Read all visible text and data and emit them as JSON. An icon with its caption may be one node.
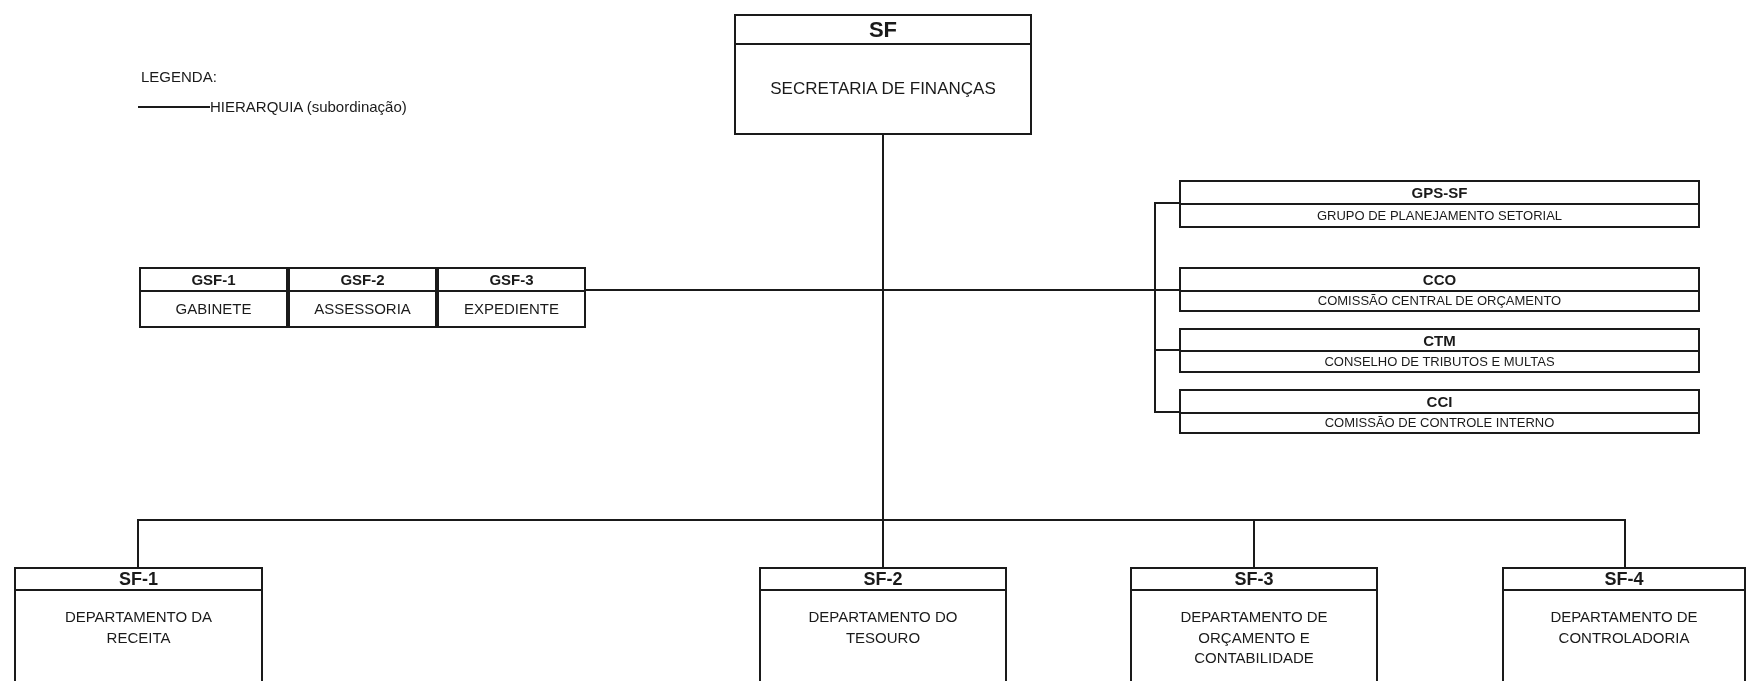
{
  "diagram": {
    "nodes": [
      {
        "text": [
          "SF",
          "SECRETARIA DE FINANÇAS"
        ]
      },
      {
        "text": [
          "GSF-1",
          "GABINETE"
        ]
      },
      {
        "text": [
          "GSF-2",
          "ASSESSORIA"
        ]
      },
      {
        "text": [
          "GSF-3",
          "EXPEDIENTE"
        ]
      },
      {
        "text": [
          "GPS-SF",
          "GRUPO DE PLANEJAMENTO SETORIAL"
        ]
      },
      {
        "text": [
          "CCO",
          "COMISSÃO CENTRAL DE ORÇAMENTO"
        ]
      },
      {
        "text": [
          "CTM",
          "CONSELHO DE TRIBUTOS E MULTAS"
        ]
      },
      {
        "text": [
          "CCI",
          "COMISSÃO DE CONTROLE INTERNO"
        ]
      },
      {
        "text": [
          "SF-1",
          "DEPARTAMENTO DA RECEITA"
        ]
      },
      {
        "text": [
          "SF-2",
          "DEPARTAMENTO DO TESOURO"
        ]
      },
      {
        "text": [
          "SF-3",
          "DEPARTAMENTO DE ORÇAMENTO E CONTABILIDADE"
        ]
      },
      {
        "text": [
          "SF-4",
          "DEPARTAMENTO DE CONTROLADORIA"
        ]
      }
    ],
    "edges": [
      {
        "from": 0,
        "to": 3,
        "arrow": "none"
      },
      {
        "from": 0,
        "to": 4,
        "arrow": "none"
      },
      {
        "from": 0,
        "to": 5,
        "arrow": "none"
      },
      {
        "from": 0,
        "to": 6,
        "arrow": "none"
      },
      {
        "from": 0,
        "to": 7,
        "arrow": "none"
      },
      {
        "from": 0,
        "to": 8,
        "arrow": "none"
      },
      {
        "from": 0,
        "to": 9,
        "arrow": "none"
      },
      {
        "from": 0,
        "to": 10,
        "arrow": "none"
      },
      {
        "from": 0,
        "to": 11,
        "arrow": "none"
      }
    ],
    "labels": [
      "LEGENDA:"
    ],
    "legend": [
      {
        "text": "HIERARQUIA (subordinação)"
      }
    ]
  }
}
